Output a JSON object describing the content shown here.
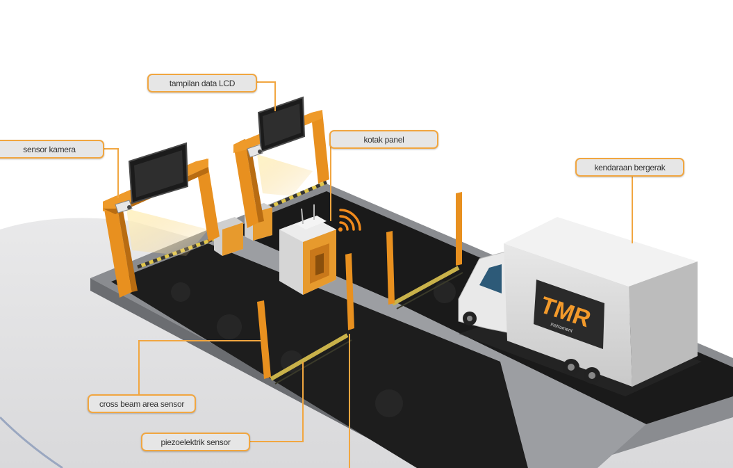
{
  "labels": {
    "lcd": "tampilan data LCD",
    "camera": "sensor kamera",
    "panel": "kotak panel",
    "vehicle": "kendaraan bergerak",
    "cross_beam": "cross beam area sensor",
    "piezo": "piezoelektrik sensor"
  },
  "truck_logo": {
    "brand": "TMR",
    "sub": "instrument"
  },
  "colors": {
    "accent": "#f1a640",
    "pole": "#e8901f",
    "road": "#1c1c1c",
    "platform": "#8a8c90",
    "truck_body": "#dcdcdc",
    "callout_bg": "#e6e6e6"
  },
  "icons": {
    "wifi": "wifi-signal-icon",
    "camera": "camera-icon",
    "monitor": "lcd-monitor-icon"
  }
}
